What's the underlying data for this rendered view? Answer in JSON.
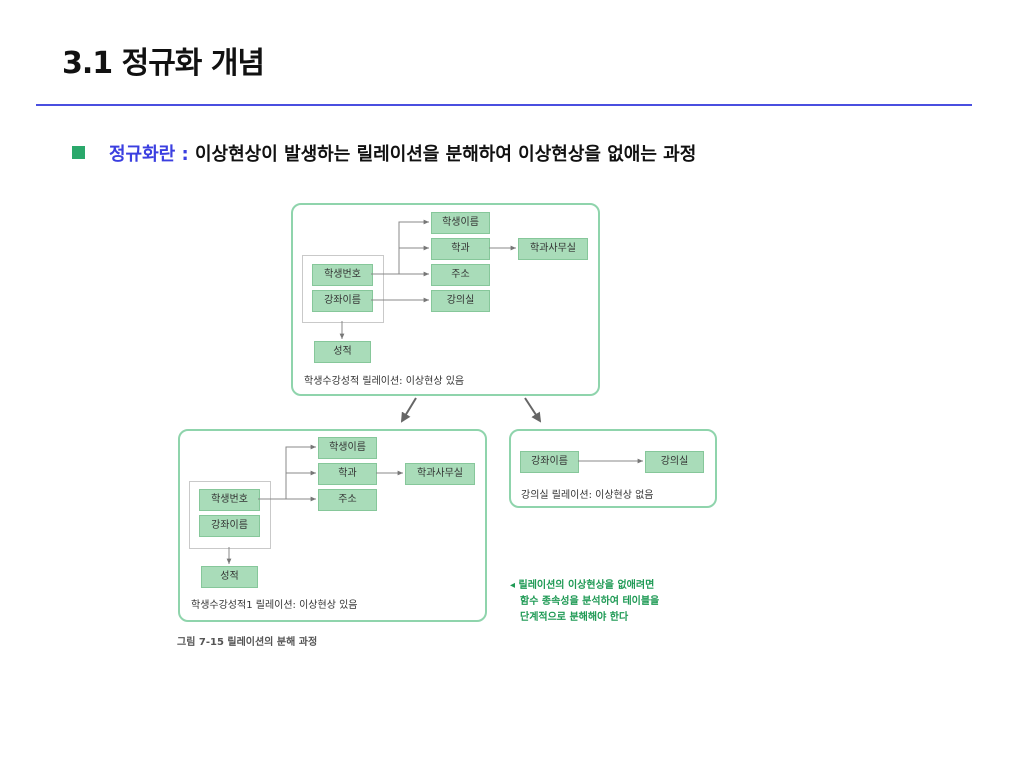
{
  "slide": {
    "title": "3.1 정규화 개념",
    "bullet_term": "정규화란 :",
    "bullet_text": "이상현상이 발생하는 릴레이션을 분해하여 이상현상을 없애는 과정"
  },
  "diagram": {
    "top": {
      "attrs": [
        "학생이름",
        "학과",
        "학과사무실",
        "주소",
        "강의실",
        "학생번호",
        "강좌이름",
        "성적"
      ],
      "caption": "학생수강성적 릴레이션: 이상현상 있음"
    },
    "left": {
      "attrs": [
        "학생이름",
        "학과",
        "학과사무실",
        "주소",
        "학생번호",
        "강좌이름",
        "성적"
      ],
      "caption": "학생수강성적1 릴레이션: 이상현상 있음"
    },
    "right": {
      "attrs": [
        "강좌이름",
        "강의실"
      ],
      "caption": "강의실 릴레이션: 이상현상 없음"
    },
    "note": [
      "◂ 릴레이션의 이상현상을 없애려면",
      "함수 종속성을 분석하여 테이블을",
      "단계적으로 분해해야 한다"
    ],
    "figure_caption": "그림 7-15  릴레이션의 분해 과정"
  },
  "colors": {
    "accent_rule": "#4a4fe0",
    "term": "#3b3fe0",
    "bullet": "#2aa86b",
    "attr_fill": "#a9dcb9",
    "panel_border": "#8fd4ac",
    "note": "#1f9a55"
  }
}
